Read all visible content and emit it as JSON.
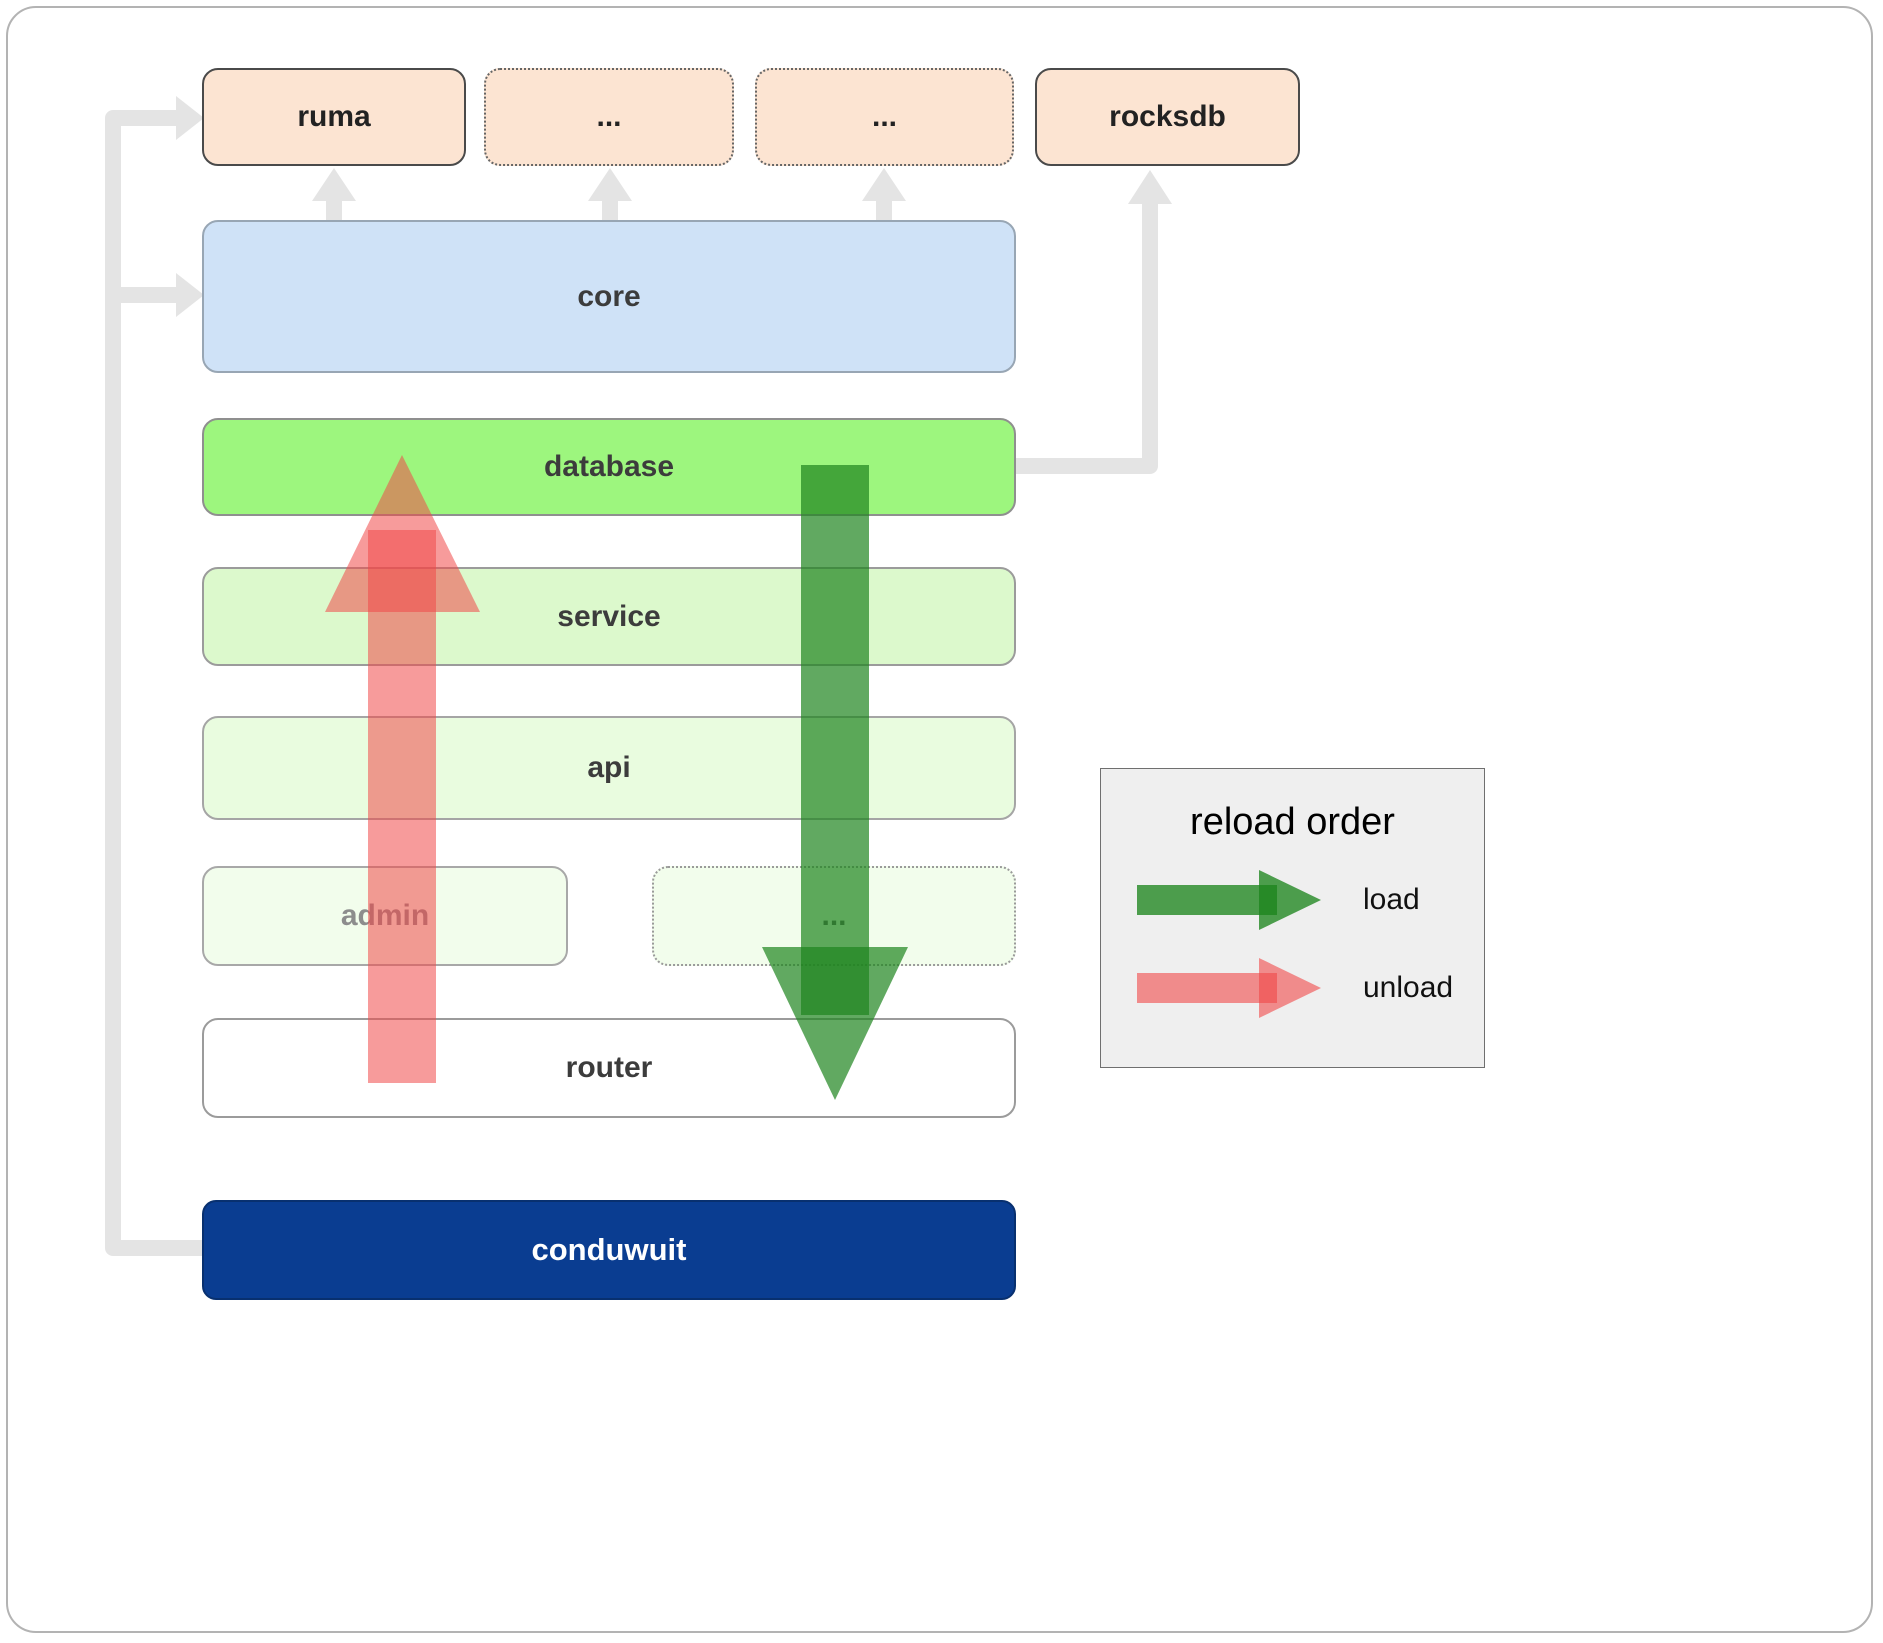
{
  "top_row": {
    "ruma": "ruma",
    "ellipsis_1": "...",
    "ellipsis_2": "...",
    "rocksdb": "rocksdb"
  },
  "layers": {
    "core": "core",
    "database": "database",
    "service": "service",
    "api": "api",
    "admin": "admin",
    "ellipsis": "...",
    "router": "router",
    "conduwuit": "conduwuit"
  },
  "legend": {
    "title": "reload order",
    "load_label": "load",
    "unload_label": "unload"
  },
  "colors": {
    "peach": "#fce4d2",
    "core_blue": "#cfe2f7",
    "database_green": "#9df67e",
    "service_green": "#dcf9cc",
    "api_green": "#e9fcdf",
    "admin_green": "#f2fdec",
    "navy": "#0a3d91",
    "connector_gray": "#e4e4e4",
    "load_green": "#1e851e",
    "unload_red": "#f04848"
  }
}
